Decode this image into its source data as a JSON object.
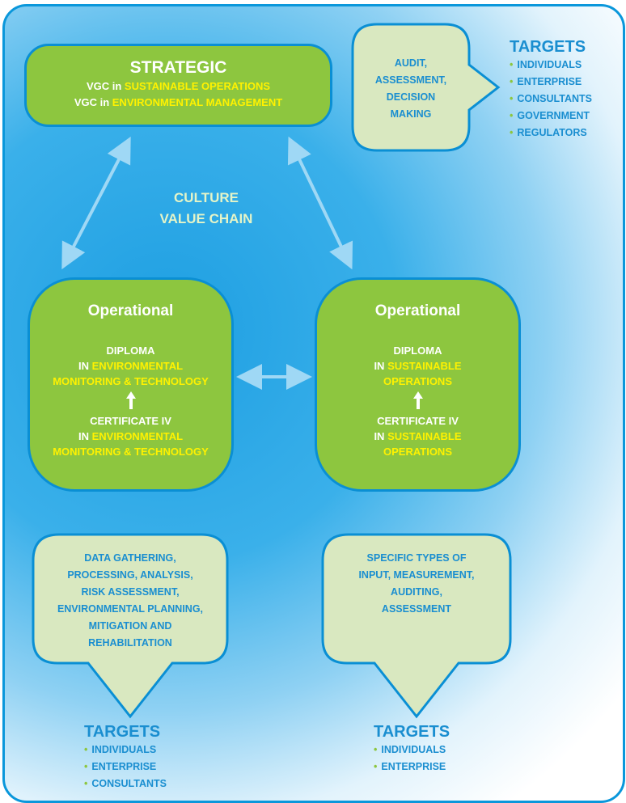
{
  "strategic": {
    "title": "STRATEGIC",
    "line1_prefix": "VGC  in ",
    "line1_highlight": "SUSTAINABLE OPERATIONS",
    "line2_prefix": "VGC in ",
    "line2_highlight": "ENVIRONMENTAL MANAGEMENT"
  },
  "culture": {
    "line1": "CULTURE",
    "line2": "VALUE CHAIN"
  },
  "audit_callout": {
    "lines": [
      "AUDIT,",
      "ASSESSMENT,",
      "DECISION",
      "MAKING"
    ]
  },
  "top_targets": {
    "title": "TARGETS",
    "items": [
      "INDIVIDUALS",
      "ENTERPRISE",
      "CONSULTANTS",
      "GOVERNMENT",
      "REGULATORS"
    ]
  },
  "operational_left": {
    "title": "Operational",
    "diploma": {
      "l1": "DIPLOMA",
      "l2_prefix": "IN ",
      "l2_highlight": "ENVIRONMENTAL",
      "l3": "MONITORING & TECHNOLOGY"
    },
    "certificate": {
      "l1": "CERTIFICATE IV",
      "l2_prefix": "IN ",
      "l2_highlight": "ENVIRONMENTAL",
      "l3": "MONITORING & TECHNOLOGY"
    }
  },
  "operational_right": {
    "title": "Operational",
    "diploma": {
      "l1": "DIPLOMA",
      "l2_prefix": "IN ",
      "l2_highlight": "SUSTAINABLE",
      "l3": "OPERATIONS"
    },
    "certificate": {
      "l1": "CERTIFICATE IV",
      "l2_prefix": "IN ",
      "l2_highlight": "SUSTAINABLE",
      "l3": "OPERATIONS"
    }
  },
  "left_callout": {
    "lines": [
      "DATA GATHERING,",
      "PROCESSING, ANALYSIS,",
      "RISK ASSESSMENT,",
      "ENVIRONMENTAL PLANNING,",
      "MITIGATION AND",
      "REHABILITATION"
    ]
  },
  "right_callout": {
    "lines": [
      "SPECIFIC TYPES OF",
      "INPUT, MEASUREMENT,",
      "AUDITING,",
      "ASSESSMENT"
    ]
  },
  "bottom_left_targets": {
    "title": "TARGETS",
    "items": [
      "INDIVIDUALS",
      "ENTERPRISE",
      "CONSULTANTS"
    ]
  },
  "bottom_right_targets": {
    "title": "TARGETS",
    "items": [
      "INDIVIDUALS",
      "ENTERPRISE"
    ]
  },
  "colors": {
    "frame": "#0a97db",
    "box_green": "#8dc63f",
    "callout_fill": "#d9e8c0",
    "highlight_yellow": "#fff200",
    "text_blue": "#1a8ed0",
    "arrow_blue": "#9fd8f5"
  }
}
